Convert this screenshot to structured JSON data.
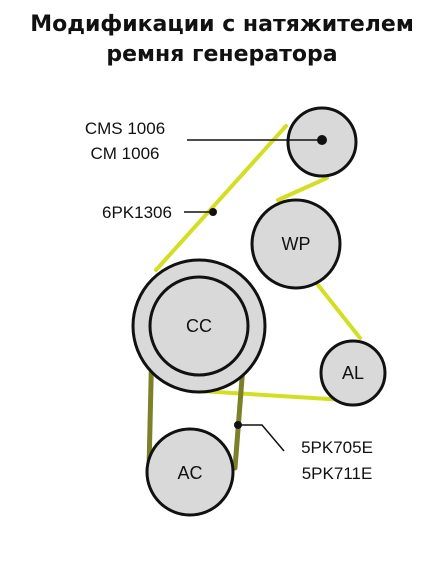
{
  "title": {
    "line1": "Модификации с натяжителем",
    "line2": "ремня генератора"
  },
  "diagram": {
    "pulleys": {
      "tensioner": "",
      "wp": "WP",
      "cc": "CC",
      "al": "AL",
      "ac": "AC"
    },
    "callouts": {
      "tensioner_part_1": "CMS 1006",
      "tensioner_part_2": "CM 1006",
      "main_belt": "6PK1306",
      "ac_belt_1": "5PK705E",
      "ac_belt_2": "5PK711E"
    },
    "colors": {
      "main_belt": "#d4de22",
      "ac_belt": "#7c8127",
      "pulley_fill": "#d9d9d9",
      "outline": "#111111"
    }
  }
}
